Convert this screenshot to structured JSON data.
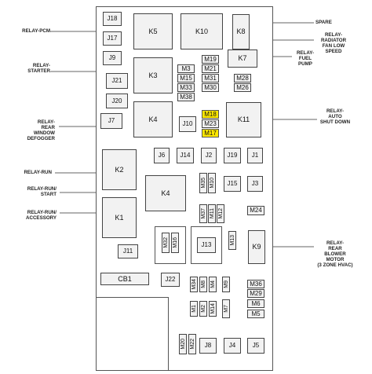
{
  "left_labels": {
    "relay_pcm": "RELAY-PCM",
    "relay_starter": "RELAY-\nSTARTER",
    "relay_rear_window_defogger": "RELAY-\nREAR\nWINDOW\nDEFOGGER",
    "relay_run": "RELAY-RUN",
    "relay_run_start": "RELAY-RUN/\nSTART",
    "relay_run_accessory": "RELAY-RUN/\nACCESSORY"
  },
  "right_labels": {
    "spare": "SPARE",
    "relay_radiator_fan_low_speed": "RELAY-\nRADIATOR\nFAN LOW\nSPEED",
    "relay_fuel_pump": "RELAY-\nFUEL\nPUMP",
    "relay_auto_shut_down": "RELAY-\nAUTO\nSHUT DOWN",
    "relay_rear_blower_motor": "RELAY-\nREAR\nBLOWER\nMOTOR\n(3 ZONE HVAC)"
  },
  "relays": {
    "K5": "K5",
    "K10": "K10",
    "K8": "K8",
    "K7": "K7",
    "K3": "K3",
    "K4_top": "K4",
    "K11": "K11",
    "K2": "K2",
    "K4_mid": "K4",
    "K1": "K1",
    "K9": "K9"
  },
  "fuses": {
    "J18": "J18",
    "J17": "J17",
    "J9": "J9",
    "J21": "J21",
    "J20": "J20",
    "J7": "J7",
    "J10": "J10",
    "J6": "J6",
    "J14": "J14",
    "J2": "J2",
    "J19": "J19",
    "J1": "J1",
    "J15": "J15",
    "J3": "J3",
    "J11": "J11",
    "J13": "J13",
    "J22": "J22",
    "J8": "J8",
    "J4": "J4",
    "J5": "J5",
    "CB1": "CB1",
    "M3": "M3",
    "M15": "M15",
    "M33": "M33",
    "M38": "M38",
    "M19": "M19",
    "M21": "M21",
    "M31": "M31",
    "M30": "M30",
    "M28": "M28",
    "M26": "M26",
    "M18": "M18",
    "M23": "M23",
    "M17": "M17",
    "M35": "M35",
    "M10": "M10",
    "M37": "M37",
    "M11": "M11",
    "M12": "M12",
    "M24": "M24",
    "M32": "M32",
    "M16": "M16",
    "M13": "M13",
    "M34": "M34",
    "M8": "M8",
    "M4": "M4",
    "M9": "M9",
    "M36": "M36",
    "M29": "M29",
    "M6": "M6",
    "M5": "M5",
    "M1": "M1",
    "M2": "M2",
    "M14": "M14",
    "M7": "M7",
    "M20": "M20",
    "M22": "M22"
  },
  "highlight_color": "#ffe800"
}
